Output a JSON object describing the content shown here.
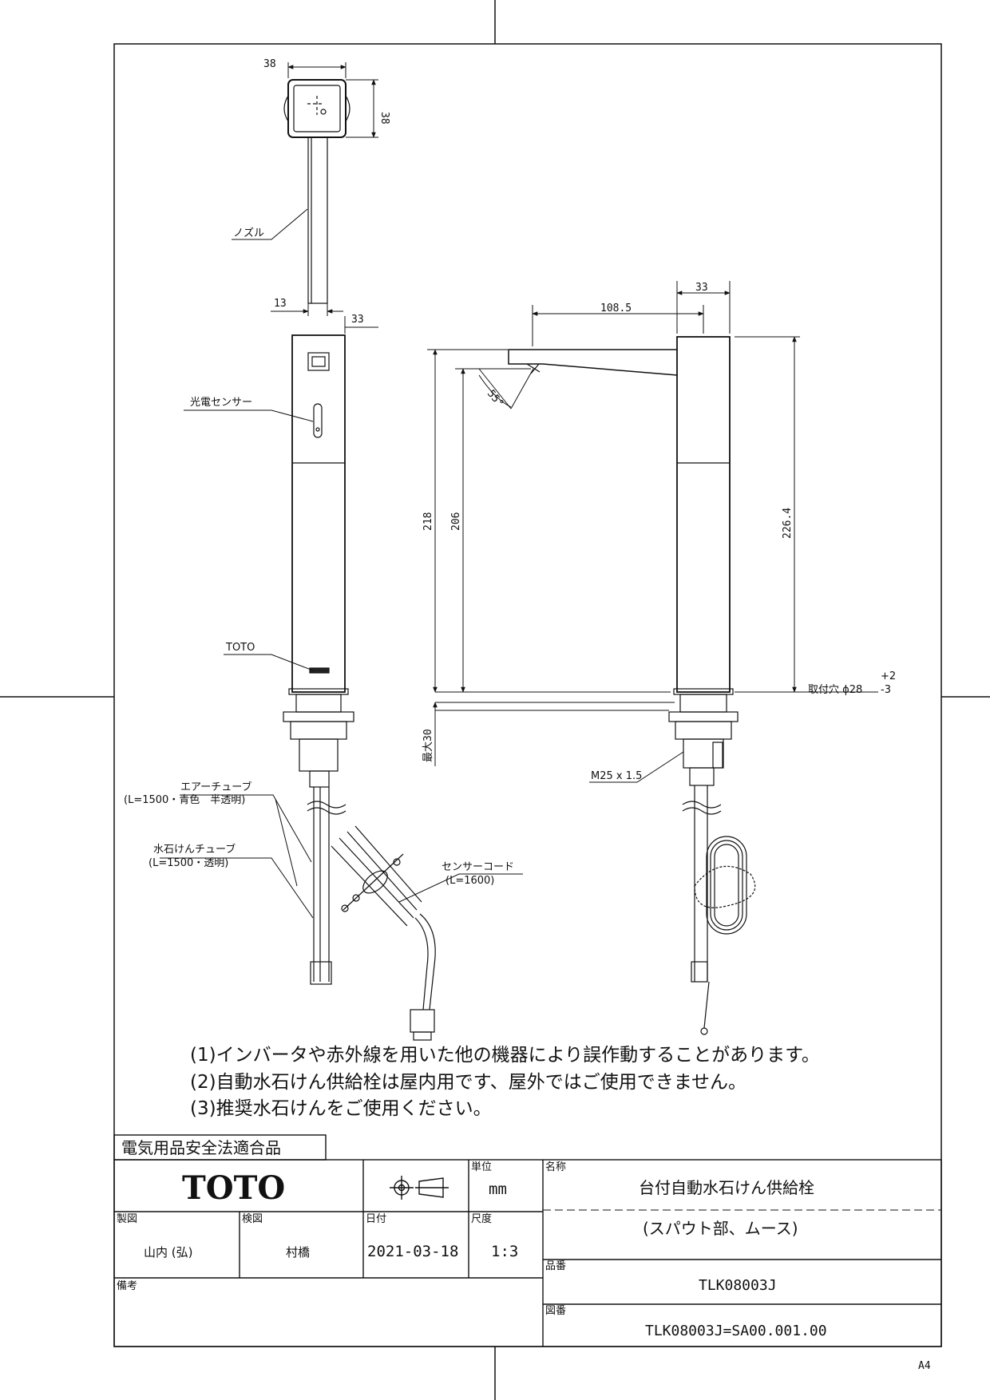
{
  "labels": {
    "nozzle": "ノズル",
    "sensor": "光電センサー",
    "toto_mark": "TOTO",
    "air_tube": "エアーチューブ",
    "air_tube_spec": "(L=1500・青色　半透明)",
    "soap_tube": "水石けんチューブ",
    "soap_tube_spec": "(L=1500・透明)",
    "sensor_cord": "センサーコード",
    "sensor_cord_spec": "(L=1600)",
    "thread": "M25 x 1.5",
    "mount_hole": "取付穴 ϕ28",
    "tol_plus": "+2",
    "tol_minus": "-3"
  },
  "dims": {
    "top_w": "38",
    "top_h": "38",
    "nozzle_w": "13",
    "body_w": "33",
    "side_w": "33",
    "spout_reach": "108.5",
    "angle": "55°",
    "height_218": "218",
    "height_206": "206",
    "height_226": "226.4",
    "max_30": "最大30"
  },
  "notes": [
    "(1)インバータや赤外線を用いた他の機器により誤作動することがあります。",
    "(2)自動水石けん供給栓は屋内用です、屋外ではご使用できません。",
    "(3)推奨水石けんをご使用ください。"
  ],
  "title_block": {
    "safety_mark": "電気用品安全法適合品",
    "logo": "TOTO",
    "unit_label": "単位",
    "unit_value": "mm",
    "name_label": "名称",
    "name_line1": "台付自動水石けん供給栓",
    "name_line2": "(スパウト部、ムース)",
    "drawn_label": "製図",
    "drawn_value": "山内 (弘)",
    "checked_label": "検図",
    "checked_value": "村橋",
    "date_label": "日付",
    "date_value": "2021-03-18",
    "scale_label": "尺度",
    "scale_value": "1:3",
    "part_label": "品番",
    "part_value": "TLK08003J",
    "drawing_label": "図番",
    "drawing_value": "TLK08003J=SA00.001.00",
    "remarks_label": "備考"
  },
  "sheet_size": "A4"
}
